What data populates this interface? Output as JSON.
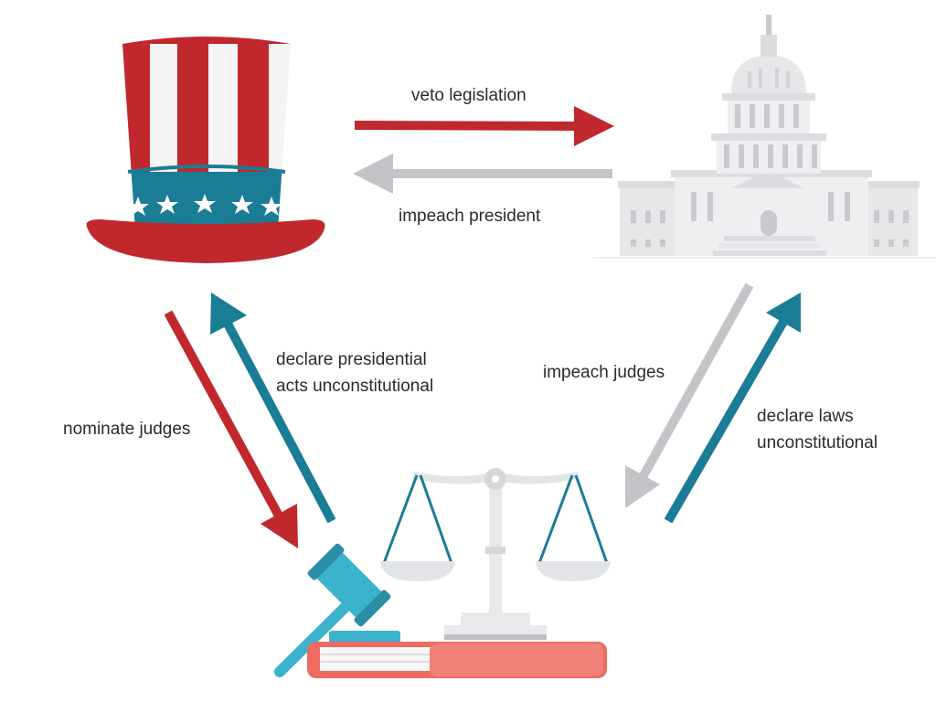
{
  "labels": {
    "veto_legislation": "veto legislation",
    "impeach_president": "impeach president",
    "declare_presidential": [
      "declare presidential",
      "acts unconstitutional"
    ],
    "nominate_judges": "nominate judges",
    "impeach_judges": "impeach judges",
    "declare_laws": [
      "declare laws",
      "unconstitutional"
    ]
  },
  "icons": {
    "executive": "uncle-sam-top-hat-icon",
    "legislative": "capitol-building-icon",
    "judicial": "scales-of-justice-gavel-icon"
  },
  "colors": {
    "red": "#c0282d",
    "teal": "#1b7c96",
    "gray": "#c2c4c7",
    "hat_white": "#f4f4f4",
    "capitol": "#e6e7e9",
    "gavel": "#3bb3cd",
    "book": "#ee6b62"
  }
}
